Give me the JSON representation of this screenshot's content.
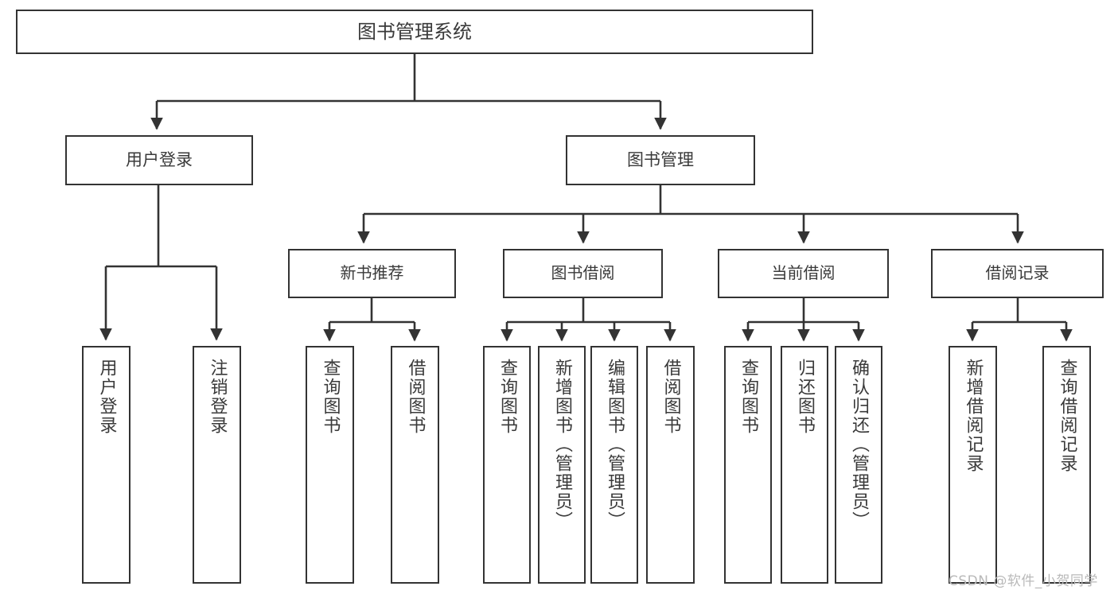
{
  "diagram": {
    "title": "图书管理系统",
    "watermark": "CSDN @软件_小贺同学",
    "accent_color": "#333333",
    "text_color": "#3a3a3a",
    "background_color": "#ffffff"
  },
  "nodes": {
    "root": {
      "label": "图书管理系统"
    },
    "branches": [
      {
        "id": "user-login",
        "label": "用户登录"
      },
      {
        "id": "book-management",
        "label": "图书管理"
      }
    ],
    "subbranches": [
      {
        "id": "new-book-recommend",
        "label": "新书推荐"
      },
      {
        "id": "book-borrow",
        "label": "图书借阅"
      },
      {
        "id": "current-borrow",
        "label": "当前借阅"
      },
      {
        "id": "borrow-record",
        "label": "借阅记录"
      }
    ],
    "leaves": {
      "user_login": [
        {
          "id": "leaf-user-login",
          "label": "用户登录"
        },
        {
          "id": "leaf-logout",
          "label": "注销登录"
        }
      ],
      "new_book_recommend": [
        {
          "id": "leaf-query-book-1",
          "label": "查询图书"
        },
        {
          "id": "leaf-borrow-book-1",
          "label": "借阅图书"
        }
      ],
      "book_borrow": [
        {
          "id": "leaf-query-book-2",
          "label": "查询图书"
        },
        {
          "id": "leaf-add-book",
          "label": "新增图书（管理员）"
        },
        {
          "id": "leaf-edit-book",
          "label": "编辑图书（管理员）"
        },
        {
          "id": "leaf-borrow-book-2",
          "label": "借阅图书"
        }
      ],
      "current_borrow": [
        {
          "id": "leaf-query-book-3",
          "label": "查询图书"
        },
        {
          "id": "leaf-return-book",
          "label": "归还图书"
        },
        {
          "id": "leaf-confirm-return",
          "label": "确认归还（管理员）"
        }
      ],
      "borrow_record": [
        {
          "id": "leaf-add-record",
          "label": "新增借阅记录"
        },
        {
          "id": "leaf-query-record",
          "label": "查询借阅记录"
        }
      ]
    }
  }
}
